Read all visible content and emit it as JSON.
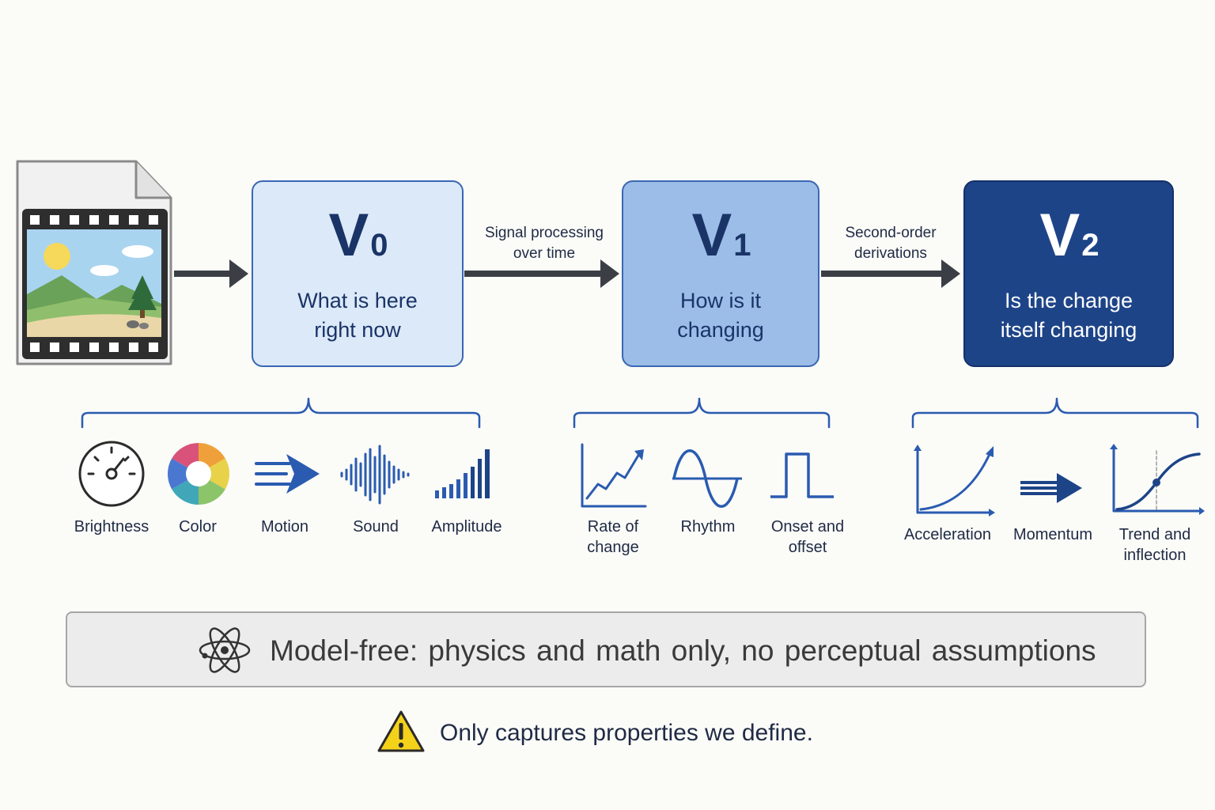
{
  "stages": [
    {
      "symbol": "V",
      "subscript": "0",
      "description_lines": [
        "What is here",
        "right now"
      ]
    },
    {
      "symbol": "V",
      "subscript": "1",
      "description_lines": [
        "How is it",
        "changing"
      ]
    },
    {
      "symbol": "V",
      "subscript": "2",
      "description_lines": [
        "Is the change",
        "itself changing"
      ]
    }
  ],
  "transitions": [
    {
      "lines": [
        "Signal processing",
        "over time"
      ]
    },
    {
      "lines": [
        "Second-order",
        "derivations"
      ]
    }
  ],
  "v0_features": [
    {
      "label": "Brightness",
      "icon": "gauge-icon"
    },
    {
      "label": "Color",
      "icon": "color-wheel-icon"
    },
    {
      "label": "Motion",
      "icon": "motion-arrow-icon"
    },
    {
      "label": "Sound",
      "icon": "sound-wave-icon"
    },
    {
      "label": "Amplitude",
      "icon": "amplitude-bars-icon"
    }
  ],
  "v1_features": [
    {
      "label_lines": [
        "Rate of",
        "change"
      ],
      "icon": "rising-chart-icon"
    },
    {
      "label_lines": [
        "Rhythm"
      ],
      "icon": "sine-wave-icon"
    },
    {
      "label_lines": [
        "Onset and",
        "offset"
      ],
      "icon": "pulse-icon"
    }
  ],
  "v2_features": [
    {
      "label_lines": [
        "Acceleration"
      ],
      "icon": "acceleration-curve-icon"
    },
    {
      "label_lines": [
        "Momentum"
      ],
      "icon": "momentum-arrow-icon"
    },
    {
      "label_lines": [
        "Trend and",
        "inflection"
      ],
      "icon": "inflection-curve-icon"
    }
  ],
  "banner": {
    "text": "Model-free:  physics  and  math only, no perceptual assumptions",
    "icon": "atom-icon"
  },
  "note": {
    "text": "Only captures properties we define.",
    "icon": "warning-icon"
  },
  "colors": {
    "v0_fill": "#dce9f8",
    "v1_fill": "#9bbde8",
    "v2_fill": "#1e4488",
    "accent_blue": "#2a5bb0",
    "arrow": "#3b3f45",
    "warning": "#f5d21a"
  }
}
